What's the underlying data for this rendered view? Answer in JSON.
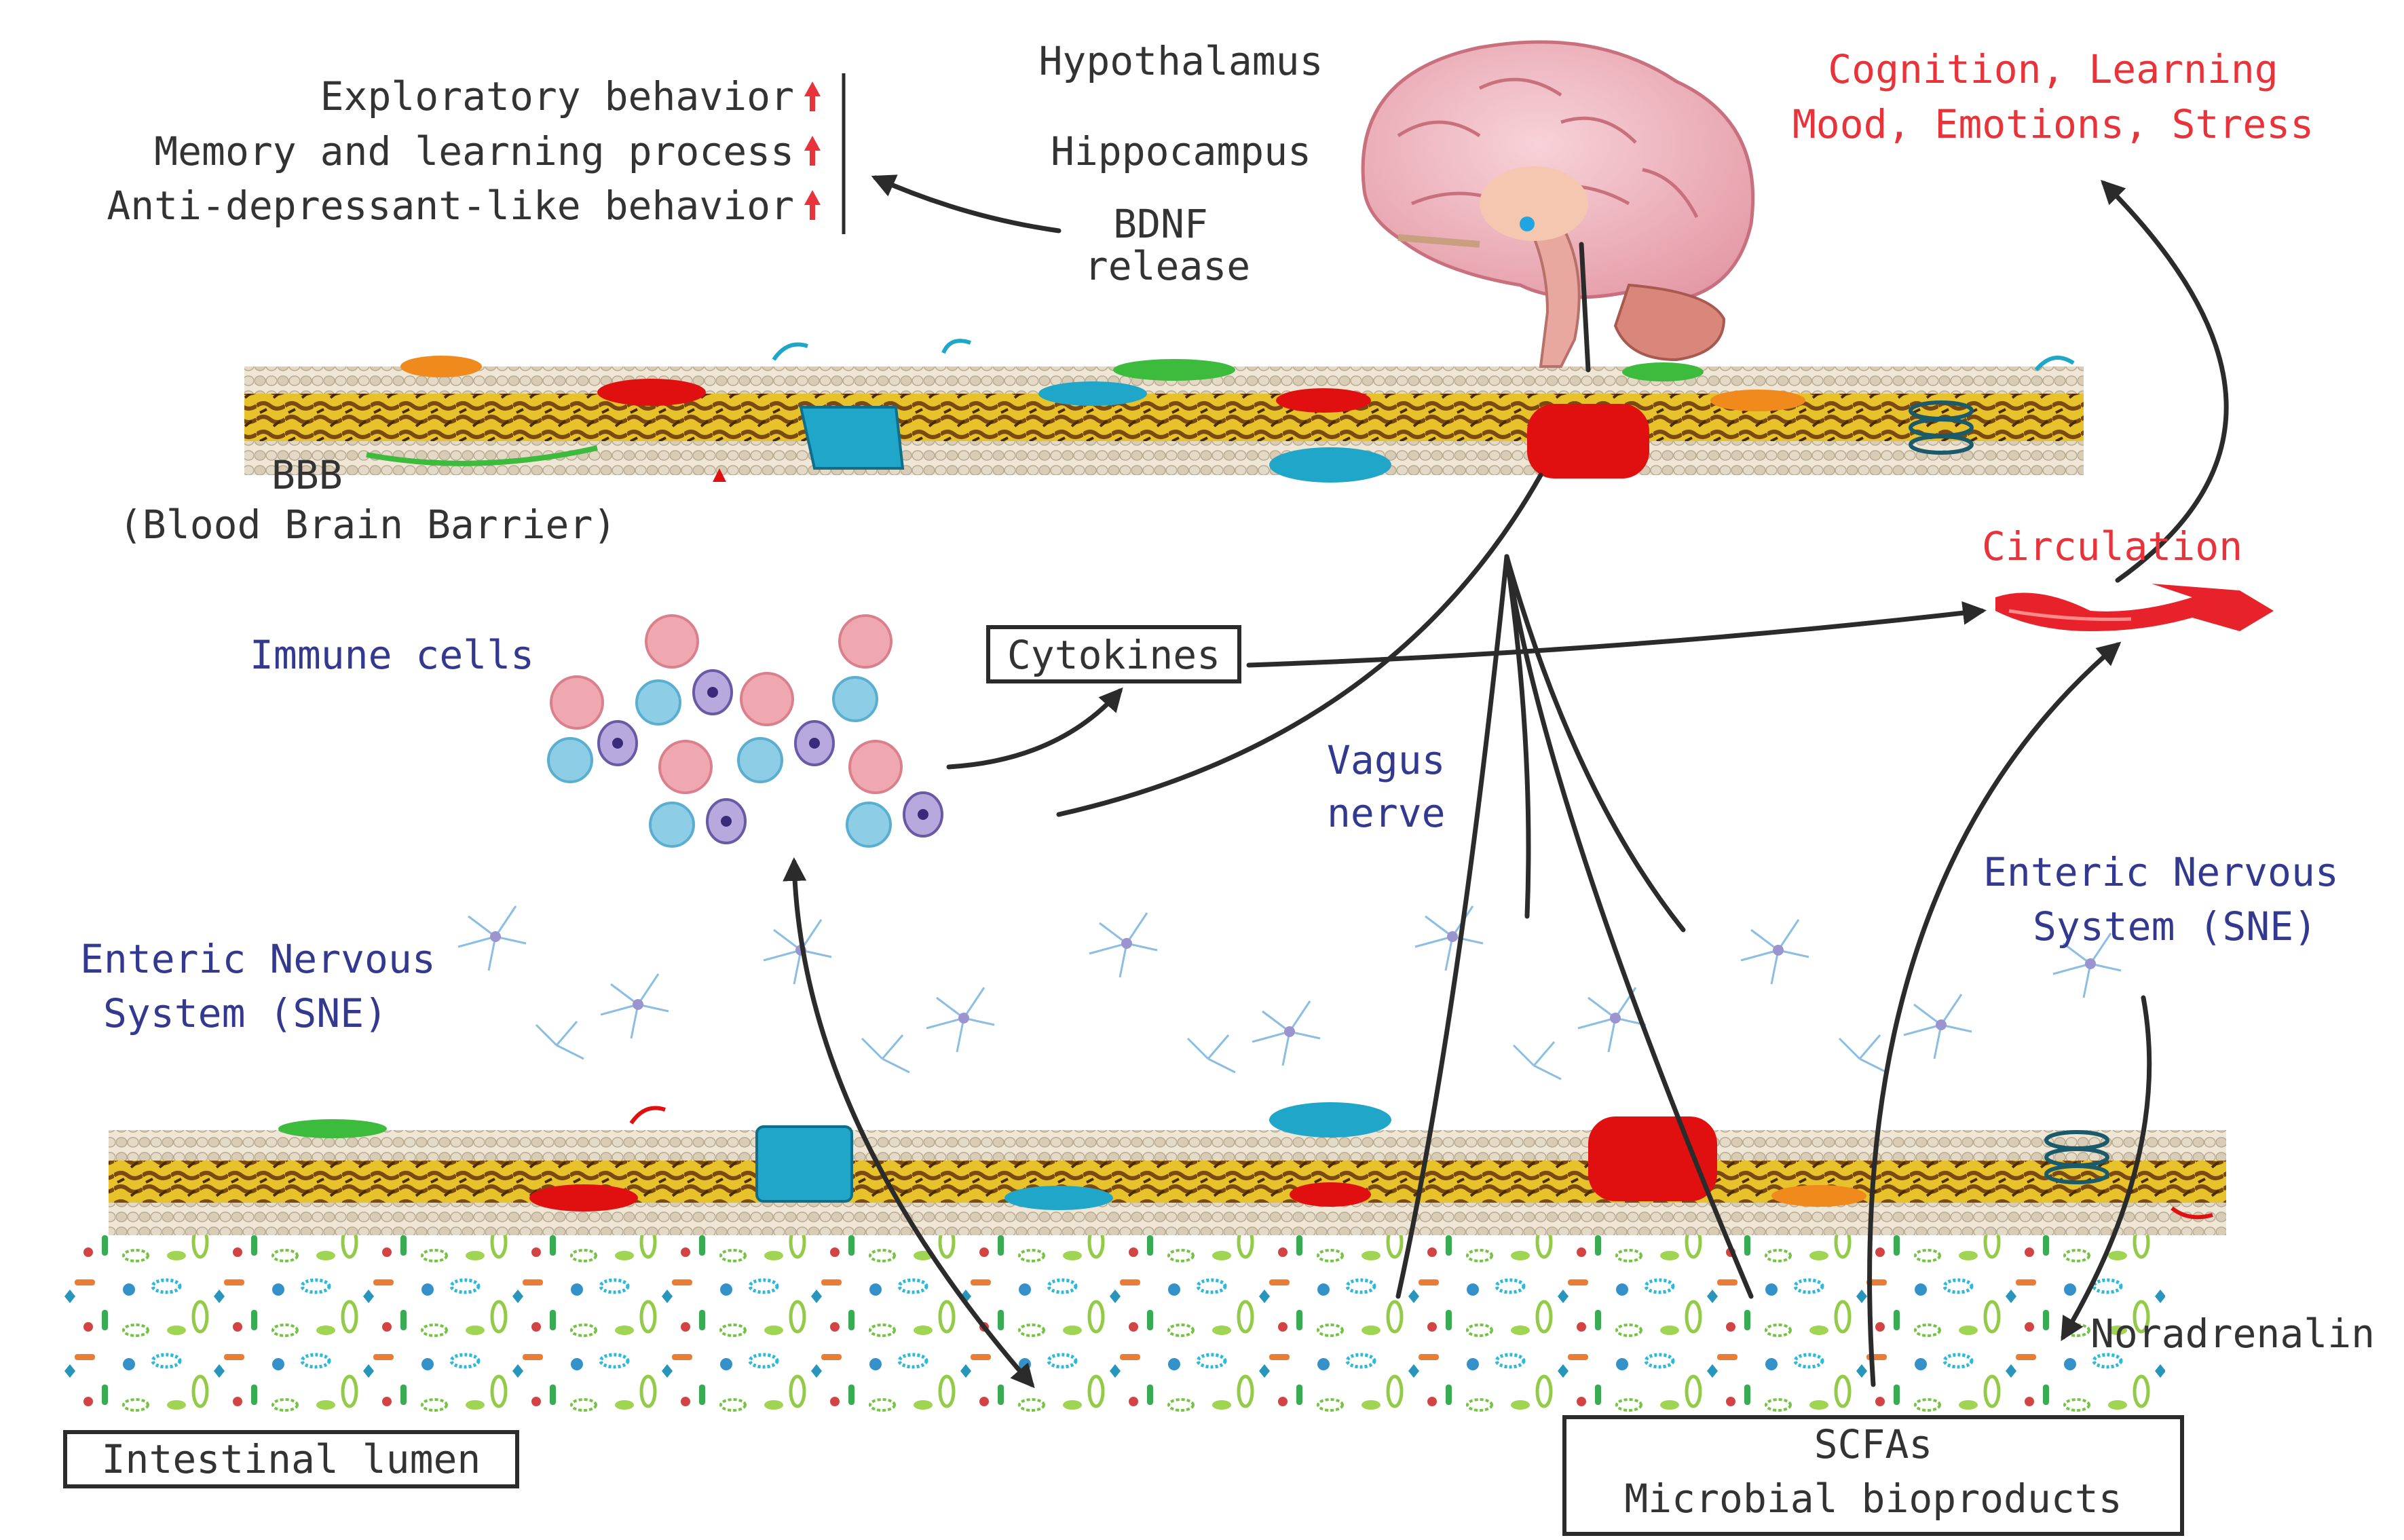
{
  "labels": {
    "hypothalamus": "Hypothalamus",
    "hippocampus": "Hippocampus",
    "bdnf_line1": "BDNF",
    "bdnf_line2": "release",
    "behavior_1": "Exploratory behavior",
    "behavior_2": "Memory and learning process",
    "behavior_3": "Anti-depressant-like behavior",
    "cognition_line1": "Cognition, Learning",
    "cognition_line2": "Mood, Emotions, Stress",
    "bbb_line1": "BBB",
    "bbb_line2": "(Blood Brain Barrier)",
    "circulation": "Circulation",
    "immune_cells": "Immune cells",
    "cytokines": "Cytokines",
    "vagus_line1": "Vagus",
    "vagus_line2": "nerve",
    "ens_left_line1": "Enteric Nervous",
    "ens_left_line2": "System (SNE)",
    "ens_right_line1": "Enteric Nervous",
    "ens_right_line2": "System (SNE)",
    "noradrenalin": "Noradrenalin",
    "intestinal_lumen": "Intestinal lumen",
    "scfas": "SCFAs",
    "microbial_bioproducts": "Microbial bioproducts"
  },
  "colors": {
    "label_dark": "#333333",
    "label_blue": "#343990",
    "label_red": "#e8333a",
    "membrane_yellow": "#e8c22a",
    "membrane_brown": "#7a4a12",
    "protein_red": "#e01010",
    "protein_cyan": "#1fa6c8",
    "protein_green": "#3dbb3d",
    "protein_orange": "#f08a1c",
    "neuron_blue": "#7fb6e0",
    "immune_pink": "#f0a8b0",
    "immune_cyan": "#8ecde6",
    "immune_purple": "#6a5aa6"
  },
  "icons": {
    "brain": "brain-illustration",
    "vessel": "blood-vessel-icon",
    "increase": "up-arrow-icon"
  }
}
